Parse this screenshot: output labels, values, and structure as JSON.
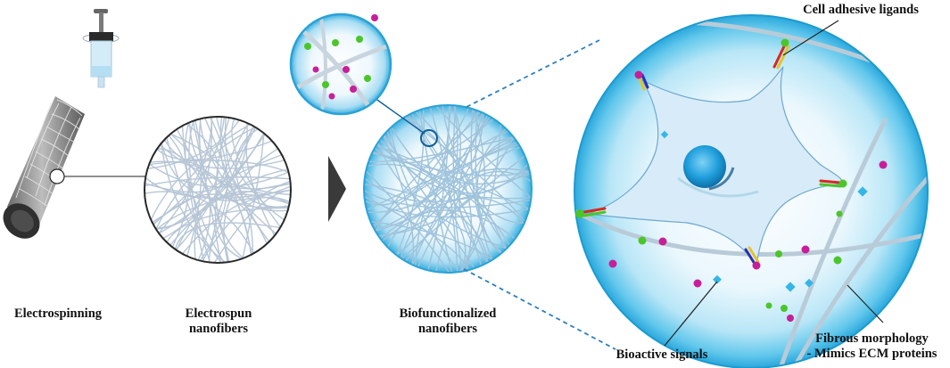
{
  "labels": {
    "electrospinning": "Electrospinning",
    "electrospun": {
      "line1": "Electrospun",
      "line2": "nanofibers"
    },
    "biofunctionalized": {
      "line1": "Biofunctionalized",
      "line2": "nanofibers"
    },
    "cell_adhesive_ligands": "Cell adhesive ligands",
    "bioactive_signals": "Bioactive signals",
    "fibrous_morphology": {
      "line1": "Fibrous morphology",
      "line2": "- Mimics ECM proteins"
    }
  },
  "colors": {
    "fiber": "#b7c6d6",
    "fiber_blue": "#7fb6d8",
    "sphere": "#5fc8ea",
    "sphere_edge": "#1b9bd0",
    "cell_body": "#d7ecf8",
    "nucleus": "#1a9ad8",
    "ligand_green": "#4cc52a",
    "ligand_red": "#d42a22",
    "signal_magenta": "#c71f9a",
    "signal_cyan": "#34b6e6",
    "arrow": "#3a3a3a",
    "dashed": "#2e7fc0"
  }
}
